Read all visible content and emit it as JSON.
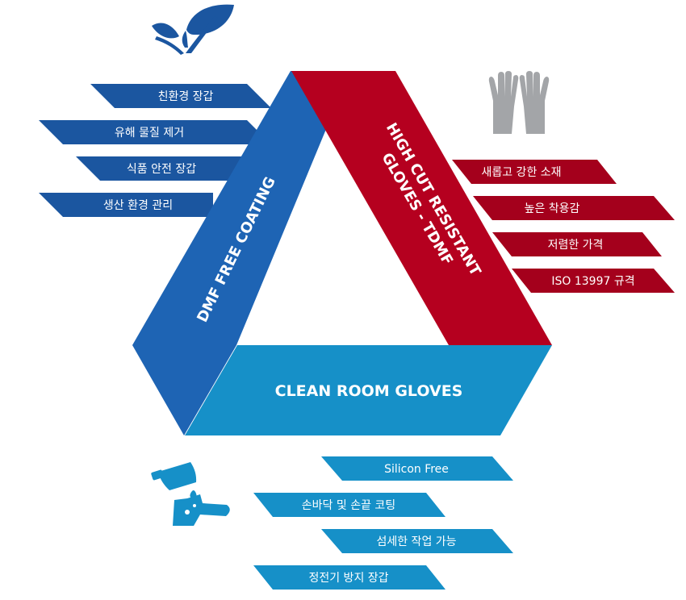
{
  "colors": {
    "blue_dark": "#1b56a0",
    "blue_mid": "#1e64b4",
    "blue_light": "#1690c8",
    "red": "#b5001f",
    "red_dark": "#a4001c",
    "gray_icon": "#a3a5a8",
    "white": "#ffffff"
  },
  "icons": {
    "top_left": "leaf-hand-icon",
    "top_right": "gloves-icon",
    "bottom_left": "chemical-hand-icon"
  },
  "triangle": {
    "left_side_label": "DMF FREE COATING",
    "right_side_label_line1": "HIGH CUT RESISTANT",
    "right_side_label_line2": "GLOVES - TDMF",
    "bottom_side_label": "CLEAN ROOM GLOVES"
  },
  "left_features": [
    "친환경 장갑",
    "유해 물질 제거",
    "식품 안전 장갑",
    "생산 환경 관리"
  ],
  "right_features": [
    "새롭고 강한 소재",
    "높은 착용감",
    "저렴한 가격",
    "ISO 13997 규격"
  ],
  "bottom_features": [
    "Silicon Free",
    "손바닥 및 손끝 코팅",
    "섬세한 작업 가능",
    "정전기 방지 장갑"
  ]
}
